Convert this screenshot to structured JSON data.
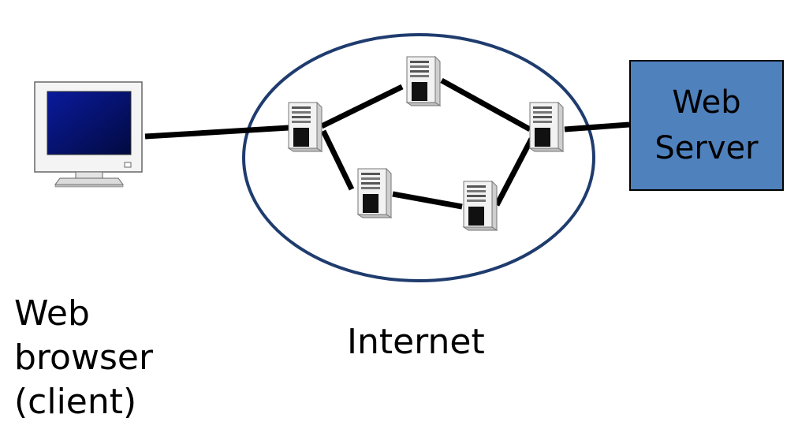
{
  "diagram": {
    "client_label": [
      "Web",
      "browser",
      "(client)"
    ],
    "internet_label": "Internet",
    "server_label": [
      "Web",
      "Server"
    ],
    "colors": {
      "ellipse_stroke": "#1f3c6e",
      "server_fill": "#4f81bd",
      "monitor_screen": "#0a1a8c",
      "link": "#000000"
    },
    "nodes": [
      {
        "name": "web-browser-client",
        "icon": "monitor-icon"
      },
      {
        "name": "router-left",
        "icon": "server-tower-icon"
      },
      {
        "name": "router-top",
        "icon": "server-tower-icon"
      },
      {
        "name": "router-right",
        "icon": "server-tower-icon"
      },
      {
        "name": "router-bottom-left",
        "icon": "server-tower-icon"
      },
      {
        "name": "router-bottom-right",
        "icon": "server-tower-icon"
      },
      {
        "name": "web-server",
        "icon": "box"
      }
    ],
    "edges": [
      [
        "web-browser-client",
        "router-left"
      ],
      [
        "router-left",
        "router-top"
      ],
      [
        "router-top",
        "router-right"
      ],
      [
        "router-left",
        "router-bottom-left"
      ],
      [
        "router-bottom-left",
        "router-bottom-right"
      ],
      [
        "router-bottom-right",
        "router-right"
      ],
      [
        "router-right",
        "web-server"
      ]
    ]
  }
}
